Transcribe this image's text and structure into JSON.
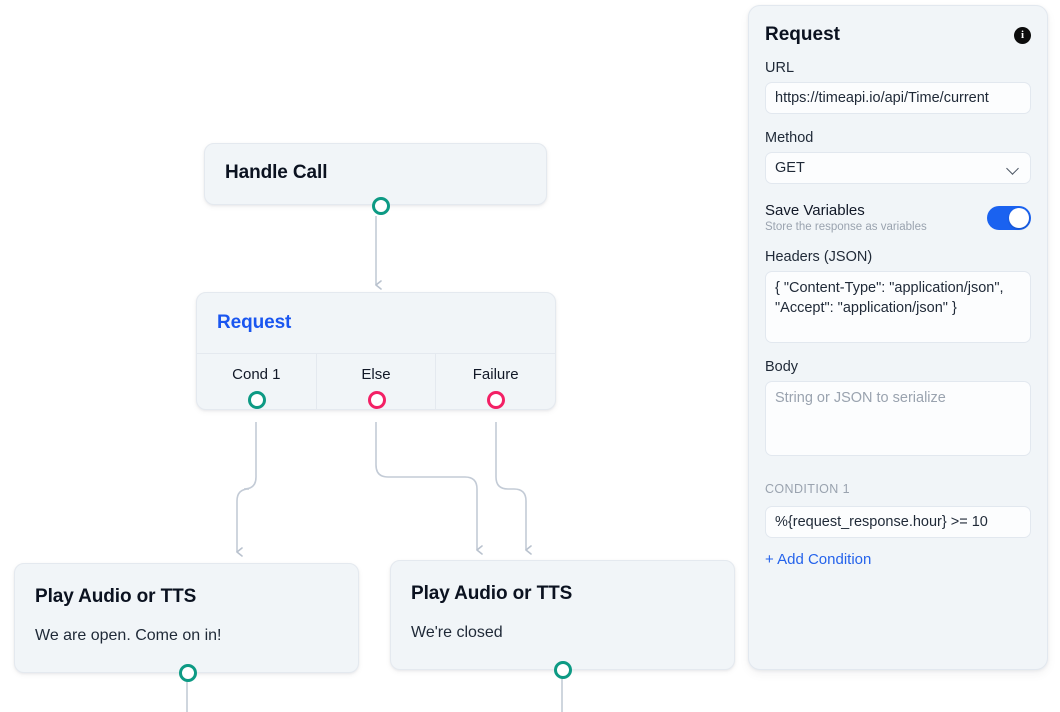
{
  "flow": {
    "nodes": [
      {
        "id": "handle-call",
        "title": "Handle Call"
      },
      {
        "id": "request",
        "title": "Request",
        "outputs": [
          {
            "label": "Cond 1",
            "port_color": "#0d9a84"
          },
          {
            "label": "Else",
            "port_color": "#f32065"
          },
          {
            "label": "Failure",
            "port_color": "#f32065"
          }
        ]
      },
      {
        "id": "play-audio-1",
        "title": "Play Audio or TTS",
        "subtitle": "We are open. Come on in!"
      },
      {
        "id": "play-audio-2",
        "title": "Play Audio or TTS",
        "subtitle": "We're closed"
      }
    ],
    "colors": {
      "port_success": "#0d9a84",
      "port_error": "#f32065",
      "wire": "#c3cbd6",
      "node_bg": "#f1f5f8",
      "node_border": "#e4e9ef",
      "title_accent": "#1a56f0"
    }
  },
  "panel": {
    "title": "Request",
    "info_icon": "info-icon",
    "url": {
      "label": "URL",
      "value": "https://timeapi.io/api/Time/current"
    },
    "method": {
      "label": "Method",
      "value": "GET",
      "chevron": "chevron-down-icon"
    },
    "save_variables": {
      "label": "Save Variables",
      "description": "Store the response as variables",
      "enabled": true,
      "toggle_color": "#1a62f0"
    },
    "headers": {
      "label": "Headers (JSON)",
      "value": "{ \"Content-Type\": \"application/json\", \"Accept\": \"application/json\" }"
    },
    "body": {
      "label": "Body",
      "value": "",
      "placeholder": "String or JSON to serialize"
    },
    "condition": {
      "section_label": "CONDITION 1",
      "value": "%{request_response.hour} >= 10",
      "add_label": "+ Add Condition",
      "add_color": "#2563eb"
    }
  }
}
